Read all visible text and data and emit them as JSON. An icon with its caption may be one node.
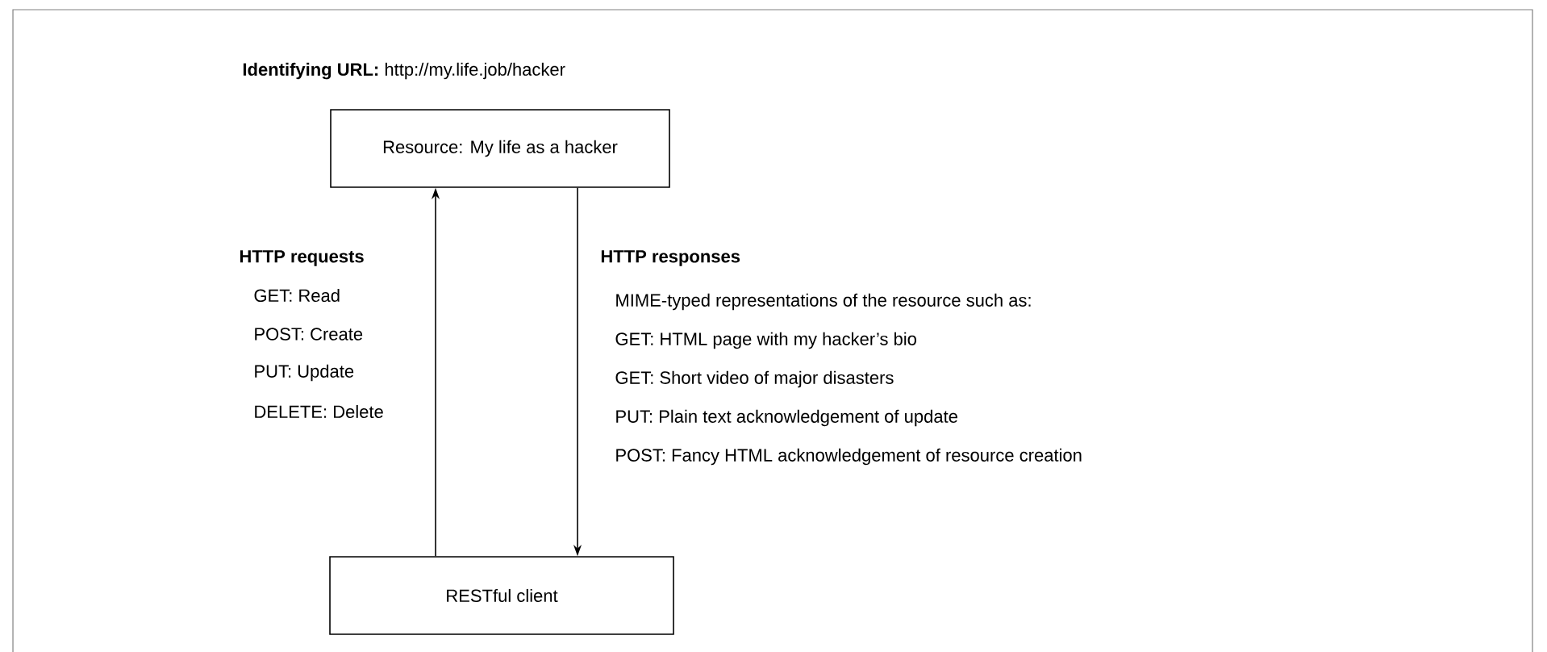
{
  "diagram": {
    "nodes": [
      {
        "text": [
          "**Identifying URL:** http://my.life.job/hacker",
          "Resource: My life as a hacker"
        ]
      },
      {
        "text": [
          "RESTful client"
        ]
      }
    ],
    "edges": [
      {
        "from": 1,
        "to": 0,
        "arrow": "to"
      },
      {
        "from": 0,
        "to": 1,
        "arrow": "to"
      }
    ],
    "labels": [
      "HTTP requests",
      "GET: Read",
      "POST: Create",
      "PUT: Update",
      "DELETE: Delete",
      "HTTP responses",
      "MIME-typed representations of the resource such as:",
      "GET: HTML page with my hacker’s bio",
      "GET: Short video of major disasters",
      "PUT: Plain text acknowledgement of update",
      "POST: Fancy HTML acknowledgement of resource creation"
    ]
  }
}
